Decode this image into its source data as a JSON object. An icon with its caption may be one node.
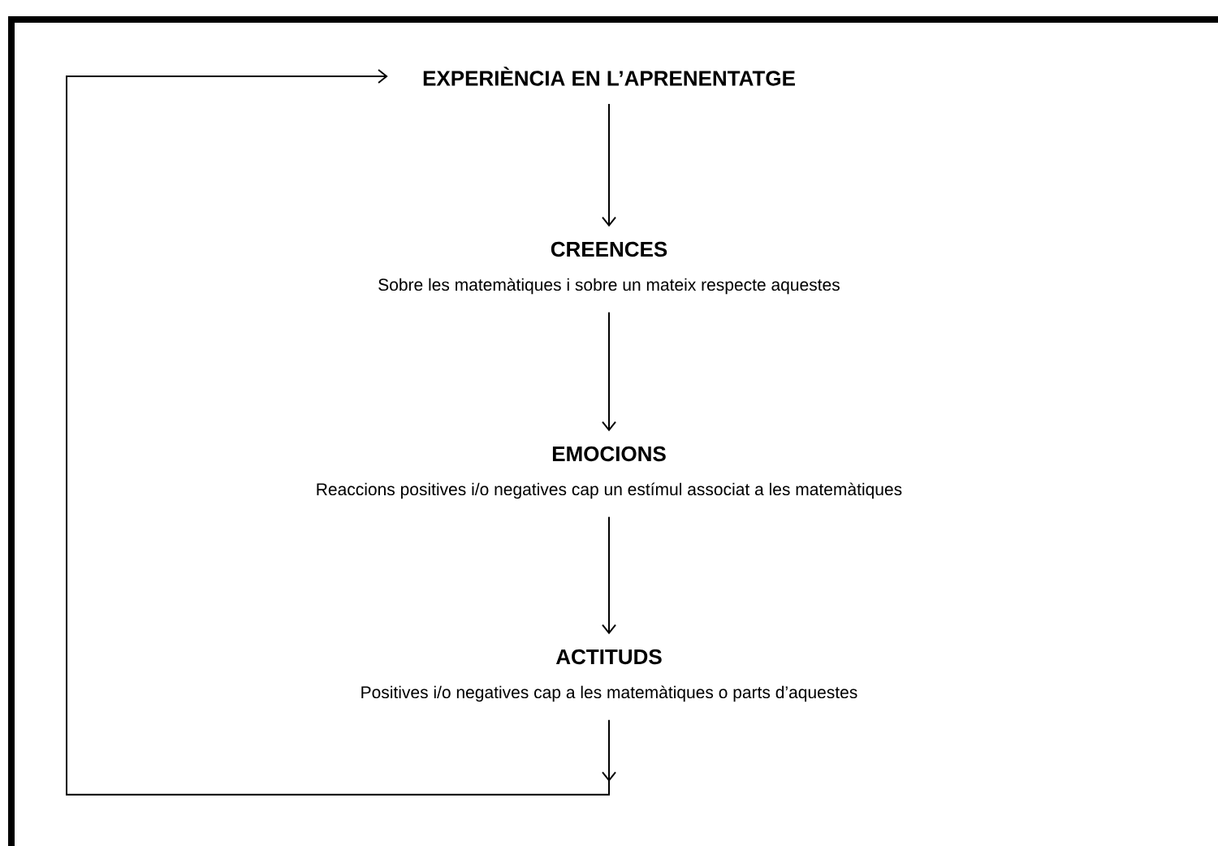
{
  "diagram": {
    "nodes": [
      {
        "text": [
          "EXPERIÈNCIA EN L’APRENENTATGE"
        ]
      },
      {
        "text": [
          "CREENCES",
          "Sobre les matemàtiques i sobre un mateix respecte aquestes"
        ]
      },
      {
        "text": [
          "EMOCIONS",
          "Reaccions positives i/o negatives cap un estímul associat a les matemàtiques"
        ]
      },
      {
        "text": [
          "ACTITUDS",
          "Positives i/o negatives cap a les matemàtiques o parts d’aquestes"
        ]
      }
    ],
    "edges": [
      {
        "from": 0,
        "to": 1,
        "arrow": "to"
      },
      {
        "from": 1,
        "to": 2,
        "arrow": "to"
      },
      {
        "from": 2,
        "to": 3,
        "arrow": "to"
      },
      {
        "from": 3,
        "to": 0,
        "arrow": "to"
      }
    ]
  }
}
